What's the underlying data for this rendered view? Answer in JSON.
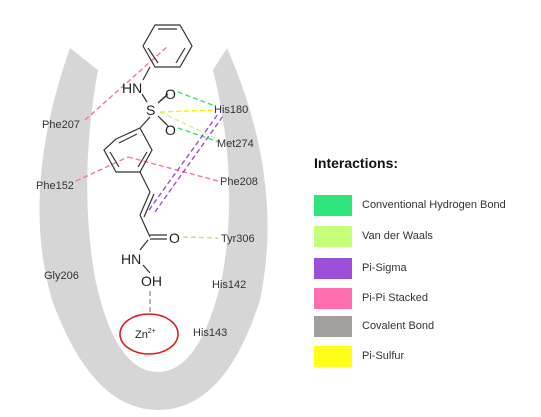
{
  "residues": {
    "phe207": "Phe207",
    "his180": "His180",
    "met274": "Met274",
    "phe152": "Phe152",
    "phe208": "Phe208",
    "tyr306": "Tyr306",
    "gly206": "Gly206",
    "his142": "His142",
    "his143": "His143"
  },
  "atoms": {
    "nh_sulfonamide": "HN",
    "sulfur": "S",
    "oxygen_top": "O",
    "oxygen_bottom": "O",
    "carbonyl_oxygen": "O",
    "hydroxamate_nh": "HN",
    "hydroxamate_oh": "OH"
  },
  "zinc": {
    "base": "Zn",
    "charge": "2+"
  },
  "legend": {
    "title": "Interactions:",
    "items": [
      {
        "label": "Conventional Hydrogen Bond",
        "color": "#2ee57c"
      },
      {
        "label": "Van der Waals",
        "color": "#c6ff7a"
      },
      {
        "label": "Pi-Sigma",
        "color": "#9b4fd8"
      },
      {
        "label": "Pi-Pi Stacked",
        "color": "#ff6fb0"
      },
      {
        "label": "Covalent Bond",
        "color": "#a39e9e"
      },
      {
        "label": "Pi-Sulfur",
        "color": "#ffff1a"
      }
    ]
  },
  "colors": {
    "pocket": "#d6d6d6",
    "hydrogen_bond": "#2ee57c",
    "van_der_waals": "#c6ff7a",
    "pi_sigma": "#9b4fd8",
    "pi_pi": "#ff6fb0",
    "pi_sulfur": "#ffff1a",
    "zinc_ring": "#e01b1b"
  }
}
